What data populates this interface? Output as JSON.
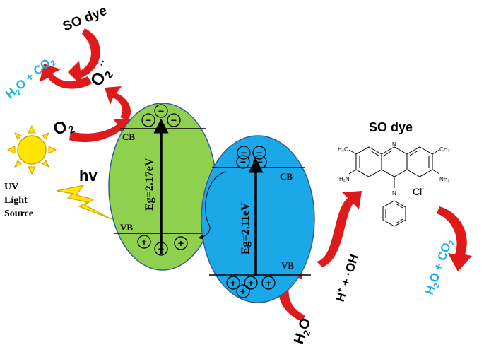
{
  "colors": {
    "left_ellipse": "#8fd14f",
    "right_ellipse": "#1aa8e8",
    "arrow_red": "#e0191b",
    "sun": "#ffe500",
    "cyan_text": "#1bb0e8"
  },
  "labels": {
    "so_dye_top": "SO dye",
    "so_dye_right": "SO dye",
    "o2": "O",
    "o2_sub": "2",
    "o2_radical": "O",
    "o2_radical_sub": "2",
    "o2_radical_sup": "-·",
    "h2o_co2_left_h": "H",
    "h2o_co2_left_2": "2",
    "h2o_co2_left_o": "O + ",
    "h2o_co2_left_co": "CO",
    "h2o_co2_left_2b": "2",
    "h2o_co2_right_h": "H",
    "h2o_co2_right_2": "2",
    "h2o_co2_right_o": "O + ",
    "h2o_co2_right_co": "CO",
    "h2o_co2_right_2b": "2",
    "hv": "hv",
    "uv_line1": "UV",
    "uv_line2": "Light",
    "uv_line3": "Source",
    "cb_left": "CB",
    "vb_left": "VB",
    "cb_right": "CB",
    "vb_right": "VB",
    "eg_left": "Eg=2.17eV",
    "eg_right": "Eg=2.11eV",
    "h2o_bottom_h": "H",
    "h2o_bottom_2": "2",
    "h2o_bottom_o": "O",
    "hoh_h": "H",
    "hoh_plus": "+",
    "hoh_rest": " + ·OH",
    "cl": "Cl",
    "cl_sup": "-",
    "ch3_left": "H₃C",
    "ch3_right": "CH₃",
    "nh2_left": "H₂N",
    "nh2_right": "NH₂",
    "n_top": "N",
    "n_mid": "N",
    "minus": "−",
    "plus": "+"
  }
}
